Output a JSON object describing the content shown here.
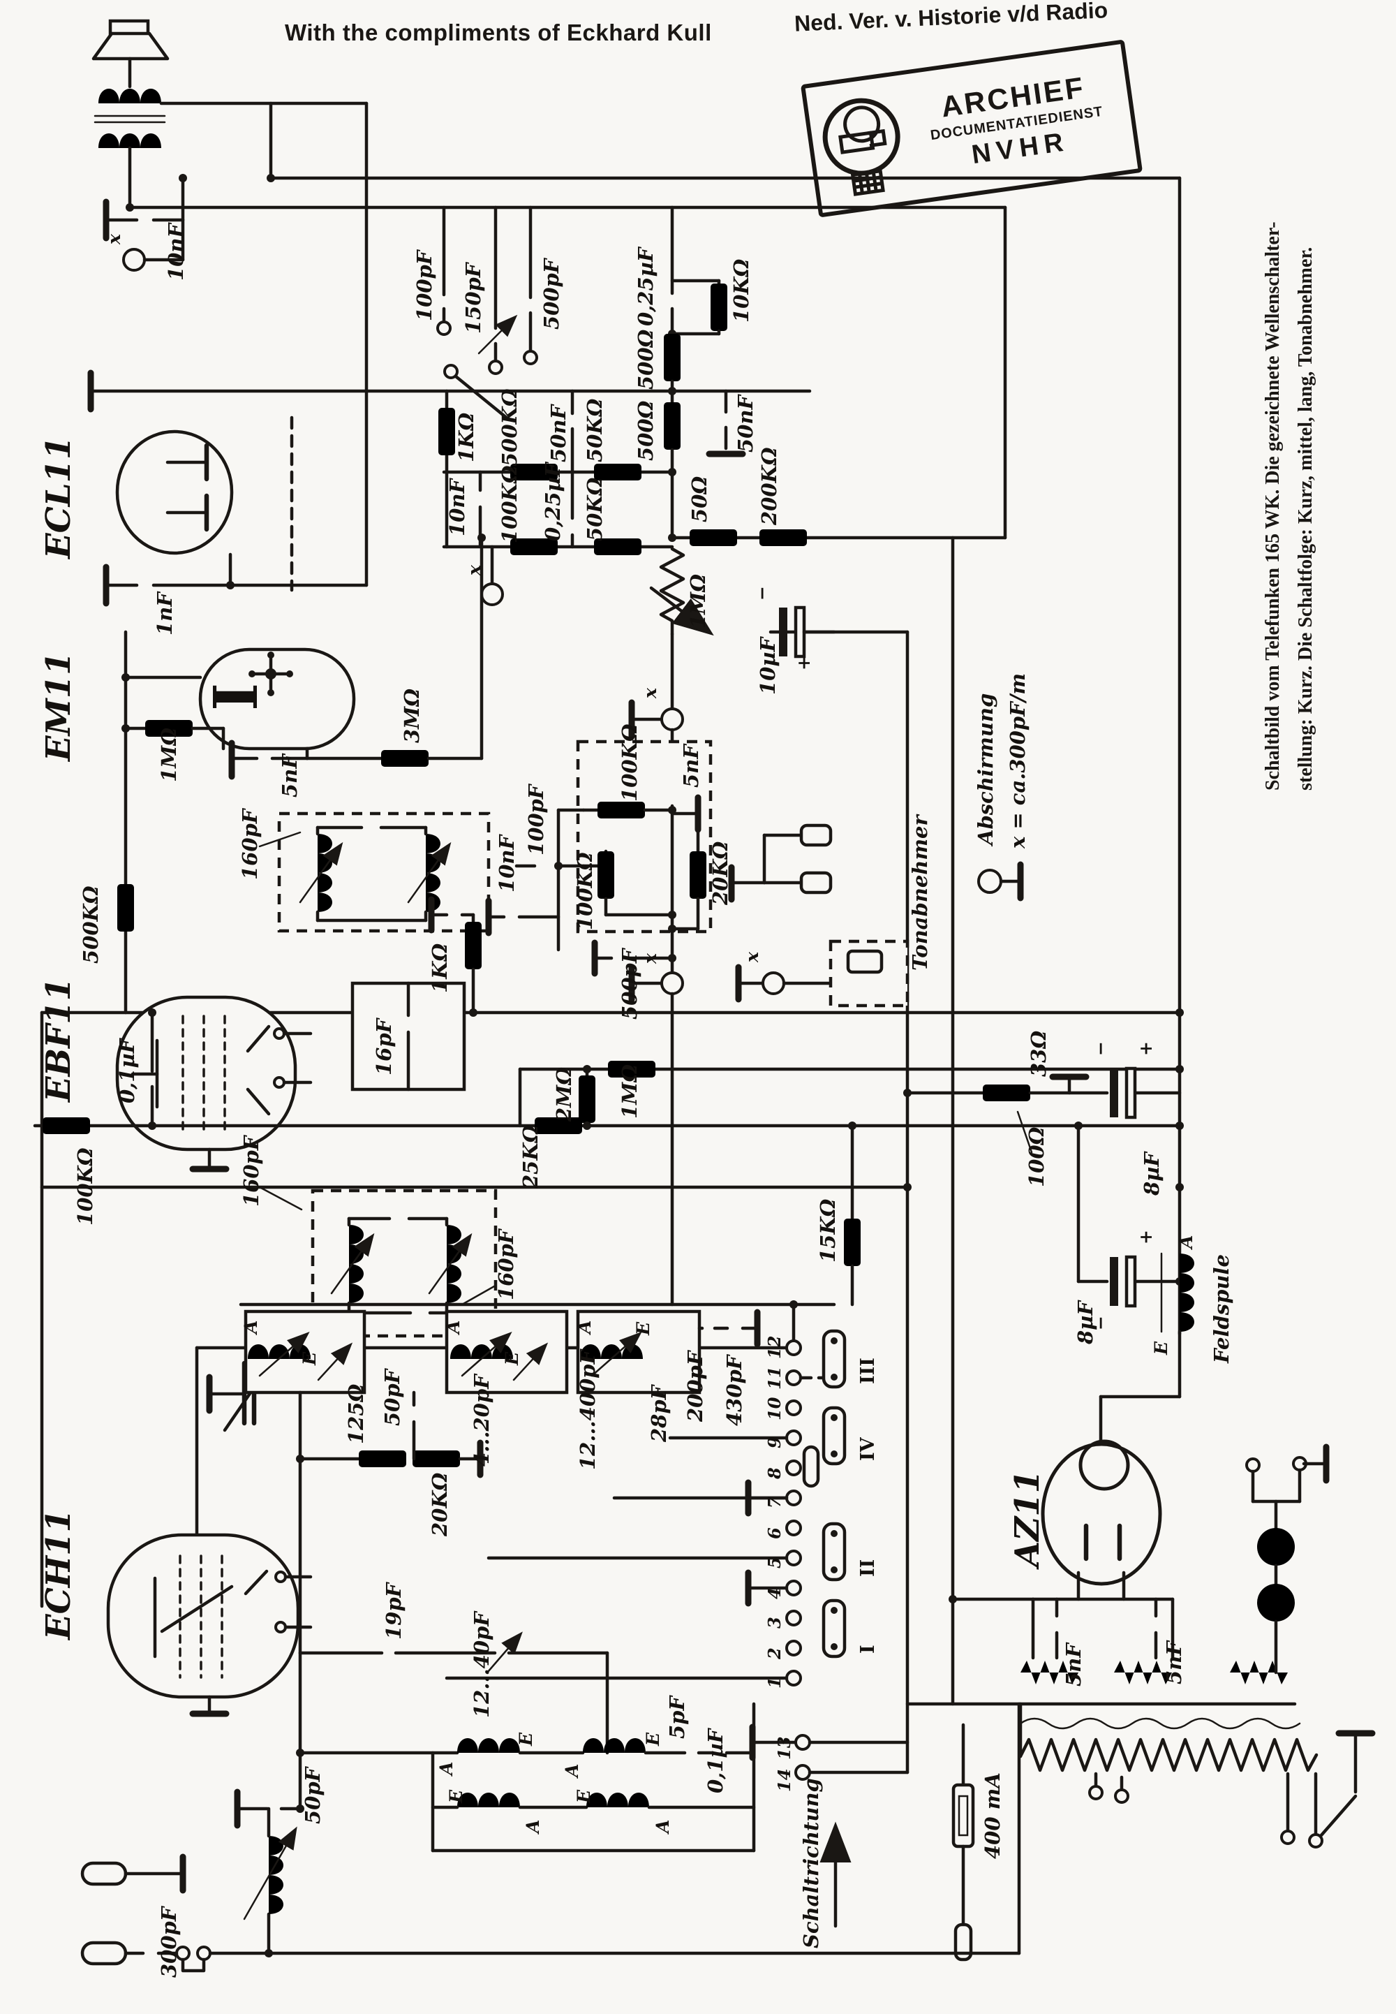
{
  "colors": {
    "paper": "#f8f7f4",
    "ink": "#1a1714"
  },
  "header": {
    "compliments": "With the compliments of Eckhard Kull",
    "organization": "Ned. Ver. v. Historie v/d Radio"
  },
  "stamp": {
    "line1": "ARCHIEF",
    "line2": "DOCUMENTATIEDIENST",
    "line3": "NVHR"
  },
  "side_note": {
    "line1": "Schaltbild vom Telefunken 165 WK.  Die gezeichnete Wellenschalter-",
    "line2": "stellung: Kurz.  Die Schaltfolge: Kurz, mittel, lang, Tonabnehmer."
  },
  "tubes": {
    "t1": "ECL11",
    "t2": "EM11",
    "t3": "EBF11",
    "t4": "ECH11",
    "t5": "AZ11"
  },
  "legend": {
    "title": "Abschirmung",
    "value": "x = ca.300pF/m"
  },
  "marks": {
    "x": "x",
    "a": "A",
    "e": "E",
    "plus": "+",
    "minus": "−",
    "magic_eye": "I"
  },
  "annotations": {
    "tonabnehmer": "Tonabnehmer",
    "feldspule": "Feldspule",
    "schaltrichtung": "Schaltrichtung",
    "fuse": "400 mA"
  },
  "switch": {
    "contacts": [
      "1",
      "2",
      "3",
      "4",
      "5",
      "6",
      "7",
      "8",
      "9",
      "10",
      "11",
      "12",
      "13",
      "14"
    ],
    "wafers": [
      "I",
      "II",
      "III",
      "IV"
    ]
  },
  "components": {
    "c10nf_out": "10nF",
    "c1nf": "1nF",
    "c100pf_tone": "100pF",
    "c150pf_tone": "150pF",
    "c500pf_tone": "500pF",
    "c025uf_1": "0,25µF",
    "r10k": "10KΩ",
    "r500_1": "500Ω",
    "r500_2": "500Ω",
    "c50nf_1": "50nF",
    "r1k_1": "1KΩ",
    "r500k_1": "500KΩ",
    "c50nf_2": "50nF",
    "r50k_1": "50KΩ",
    "c10nf_g": "10nF",
    "r100k_1": "100KΩ",
    "c025uf_2": "0,25µF",
    "r50k_2": "50KΩ",
    "r50": "50Ω",
    "r200k": "200KΩ",
    "r1m_pot": "1MΩ",
    "c10uf": "10µF",
    "r1m_em": "1MΩ",
    "r3m": "3MΩ",
    "c5nf_em": "5nF",
    "c160pf_1": "160pF",
    "r500k_2": "500KΩ",
    "r100k_det": "100KΩ",
    "c5nf_det": "5nF",
    "c10nf_det": "10nF",
    "c100pf_det": "100pF",
    "r100k_2": "100KΩ",
    "r20k_det": "20KΩ",
    "c500pf_det": "500pF",
    "c01uf_1": "0,1µF",
    "r100k_avc": "100KΩ",
    "c16pf": "16pF",
    "r1k_2": "1KΩ",
    "c160pf_2": "160pF",
    "c160pf_3": "160pF",
    "r25k": "25KΩ",
    "r2m": "2MΩ",
    "r1m_2": "1MΩ",
    "r15k": "15KΩ",
    "r33": "33Ω",
    "r100": "100Ω",
    "c8uf_1": "8µF",
    "c8uf_2": "8µF",
    "r125": "125Ω",
    "c50pf_osc": "50pF",
    "r20k_osc": "20KΩ",
    "trim4_20": "4...20pF",
    "trim12_400": "12...400pF",
    "c28pf": "28pF",
    "c200pf": "200pF",
    "c430pf": "430pF",
    "c19pf": "19pF",
    "trim12_40": "12...40pF",
    "c5pf": "5pF",
    "c01uf_2": "0,1µF",
    "c50pf_ant": "50pF",
    "c300pf": "300pF",
    "c5nf_az1": "5nF",
    "c5nf_az2": "5nF"
  }
}
